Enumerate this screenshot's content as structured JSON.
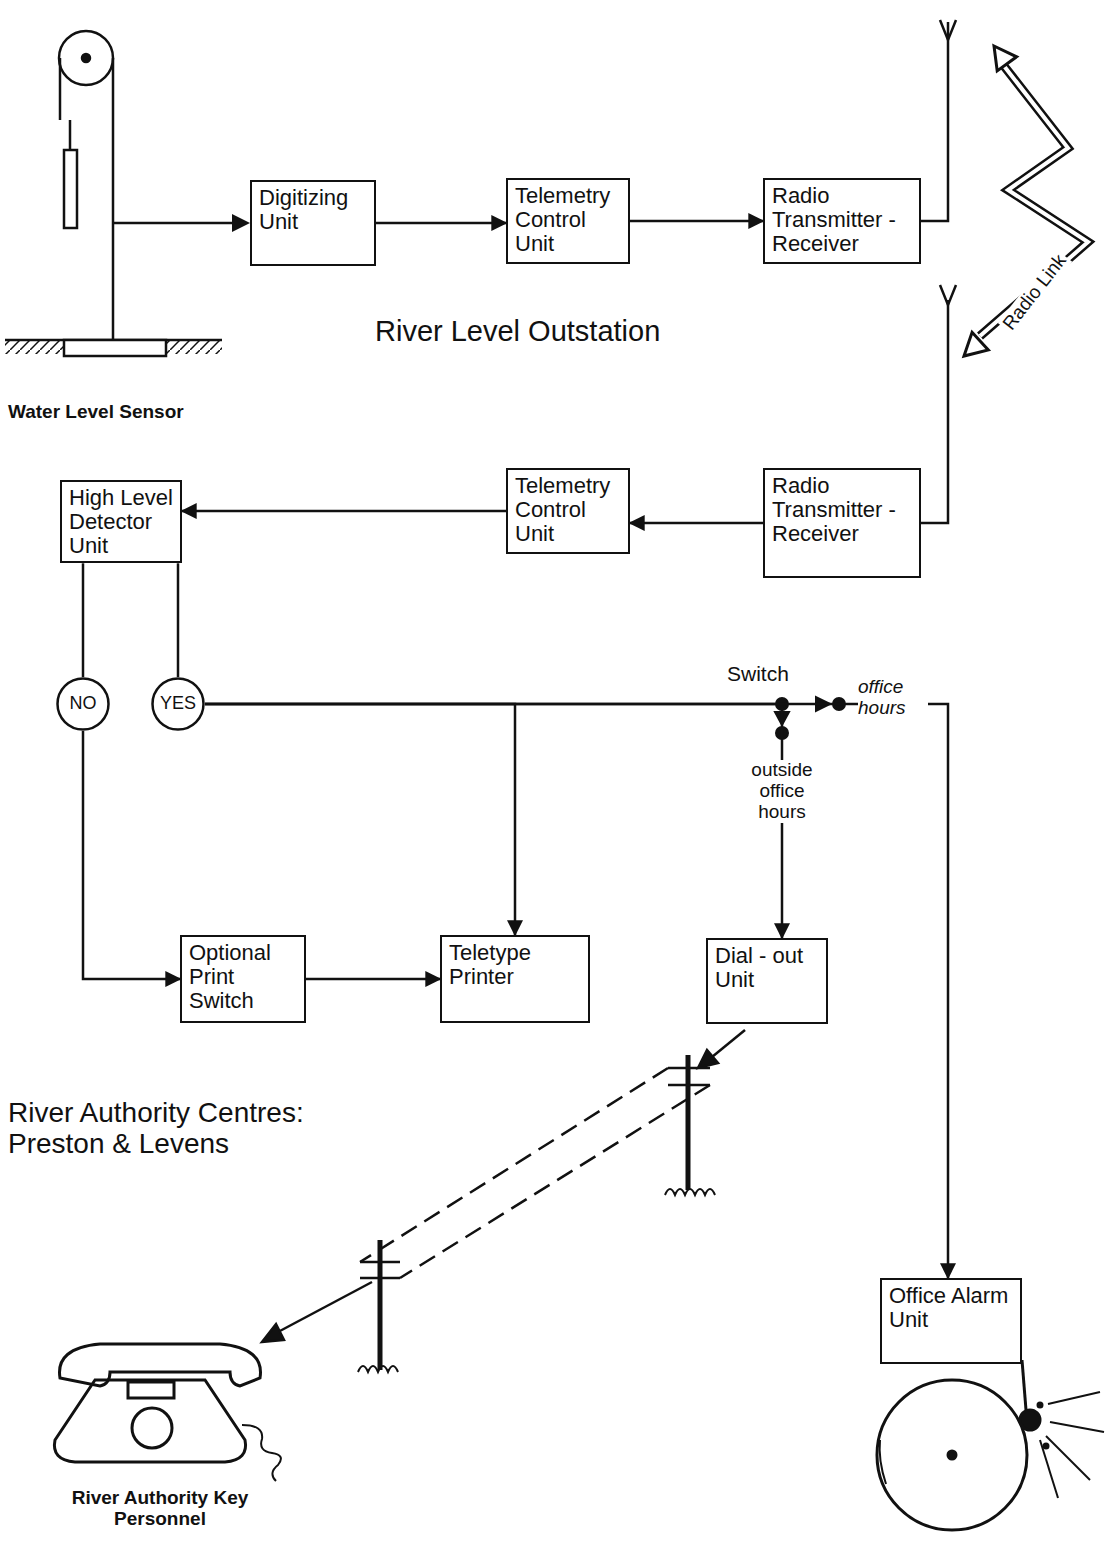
{
  "diagram": {
    "nodes": [
      {
        "text": [
          "Digitizing Unit"
        ]
      },
      {
        "text": [
          "Telemetry Control Unit"
        ]
      },
      {
        "text": [
          "Radio Transmitter -Receiver"
        ]
      },
      {
        "text": [
          "Radio Transmitter - Receiver"
        ]
      },
      {
        "text": [
          "Telemetry Control Unit"
        ]
      },
      {
        "text": [
          "High Level Detector Unit"
        ]
      },
      {
        "text": [
          "NO"
        ]
      },
      {
        "text": [
          "YES"
        ]
      },
      {
        "text": [
          "Optional Print Switch"
        ]
      },
      {
        "text": [
          "Teletype Printer"
        ]
      },
      {
        "text": [
          "Dial - out Unit"
        ]
      },
      {
        "text": [
          "Office Alarm Unit"
        ]
      }
    ],
    "edges": [
      {
        "from": 0,
        "to": 1,
        "arrow": "to"
      },
      {
        "from": 1,
        "to": 2,
        "arrow": "to"
      },
      {
        "from": 2,
        "to": 3,
        "label": "Radio Link",
        "arrow": "both"
      },
      {
        "from": 3,
        "to": 4,
        "arrow": "to"
      },
      {
        "from": 4,
        "to": 5,
        "arrow": "to"
      },
      {
        "from": 5,
        "to": 6,
        "arrow": "none"
      },
      {
        "from": 5,
        "to": 7,
        "arrow": "none"
      },
      {
        "from": 6,
        "to": 8,
        "arrow": "to"
      },
      {
        "from": 8,
        "to": 9,
        "arrow": "to"
      },
      {
        "from": 7,
        "to": 9,
        "arrow": "to"
      },
      {
        "from": 7,
        "to": 10,
        "arrow": "to"
      },
      {
        "from": 7,
        "to": 11,
        "arrow": "to"
      }
    ],
    "labels": [
      "Water Level Sensor",
      "River Level Outstation",
      "Switch",
      "office hours",
      "outside office hours",
      "River Authority Centres: Preston & Levens",
      "River Authority Key Personnel"
    ]
  }
}
